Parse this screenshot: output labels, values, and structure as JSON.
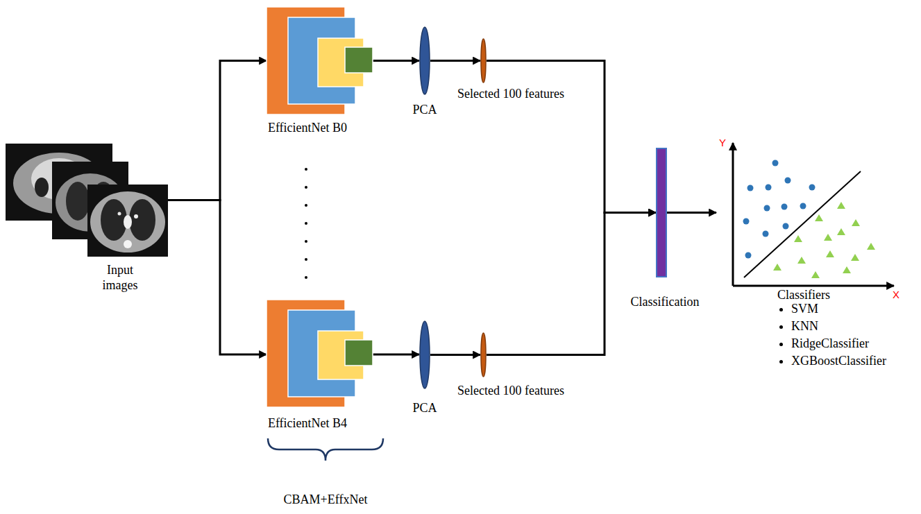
{
  "diagram": {
    "nodes": [
      {
        "text": [
          "Input images"
        ]
      },
      {
        "text": [
          "EfficientNet B0"
        ]
      },
      {
        "text": [
          "PCA"
        ]
      },
      {
        "text": [
          "Selected 100 features"
        ]
      },
      {
        "text": [
          "EfficientNet B4"
        ]
      },
      {
        "text": [
          "PCA"
        ]
      },
      {
        "text": [
          "Selected 100 features"
        ]
      },
      {
        "text": [
          "Classification"
        ]
      },
      {
        "text": [
          "Classifiers",
          "SVM",
          "KNN",
          "RidgeClassifier",
          "XGBoostClassifier"
        ]
      }
    ],
    "edges": [
      {
        "from": 0,
        "to": 1,
        "arrow": "to"
      },
      {
        "from": 0,
        "to": 4,
        "arrow": "to"
      },
      {
        "from": 1,
        "to": 2,
        "arrow": "to"
      },
      {
        "from": 2,
        "to": 3,
        "arrow": "to"
      },
      {
        "from": 4,
        "to": 5,
        "arrow": "to"
      },
      {
        "from": 5,
        "to": 6,
        "arrow": "to"
      },
      {
        "from": 3,
        "to": 7,
        "arrow": "to"
      },
      {
        "from": 6,
        "to": 7,
        "arrow": "to"
      },
      {
        "from": 7,
        "to": 8,
        "arrow": "to"
      }
    ],
    "labels": [
      "CBAM+EffxNet",
      "Y",
      "X"
    ]
  }
}
